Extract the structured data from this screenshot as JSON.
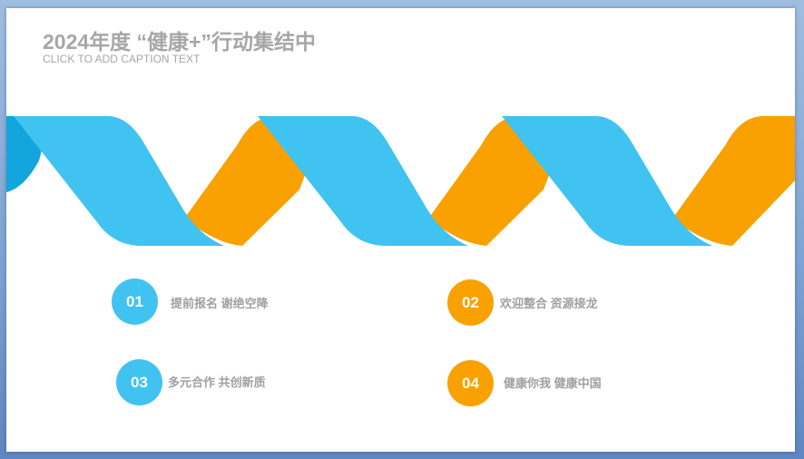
{
  "slide": {
    "title": "2024年度 “健康+”行动集结中",
    "subtitle": "CLICK TO ADD CAPTION  TEXT"
  },
  "colors": {
    "blue": "#40c3f1",
    "dark_blue": "#12a6dc",
    "orange": "#f8a100",
    "text_gray": "#a6a6a6"
  },
  "items": [
    {
      "number": "01",
      "text": "提前报名  谢绝空降",
      "color": "blue"
    },
    {
      "number": "02",
      "text": "欢迎整合  资源接龙",
      "color": "orange"
    },
    {
      "number": "03",
      "text": "多元合作  共创新质",
      "color": "blue"
    },
    {
      "number": "04",
      "text": "健康你我  健康中国",
      "color": "orange"
    }
  ]
}
